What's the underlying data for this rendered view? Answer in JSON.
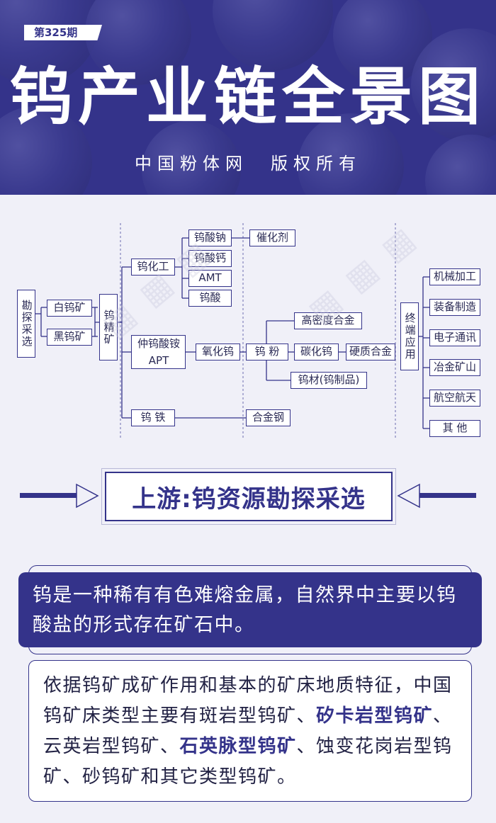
{
  "header": {
    "issue": "第325期",
    "title": "钨产业链全景图",
    "subtitle": "中国粉体网　版权所有"
  },
  "diagram": {
    "nodes": {
      "kantan": "勘探采选",
      "baiwukuang": "白钨矿",
      "heiwukuang": "黑钨矿",
      "wujingkuang": "钨精矿",
      "wuhuagong": "钨化工",
      "wusuanna": "钨酸钠",
      "wusuangai": "钨酸钙",
      "amt": "AMT",
      "wusuan": "钨酸",
      "cuihuaji": "催化剂",
      "apt": "仲钨酸铵\nAPT",
      "yanghuawu": "氧化钨",
      "wufen": "钨 粉",
      "gaomidu": "高密度合金",
      "tanhuawu": "碳化钨",
      "yingzhi": "硬质合金",
      "wucai": "钨材(钨制品)",
      "wutie": "钨 铁",
      "hejingang": "合金钢",
      "zhongduan": "终端应用",
      "jixie": "机械加工",
      "zhuangbei": "装备制造",
      "dianzi": "电子通讯",
      "yejin": "冶金矿山",
      "hangkong": "航空航天",
      "qita": "其 他"
    }
  },
  "banner": {
    "title": "上游:钨资源勘探采选"
  },
  "card1": {
    "text": "钨是一种稀有有色难熔金属，自然界中主要以钨酸盐的形式存在矿石中。"
  },
  "card2": {
    "p1": "依据钨矿成矿作用和基本的矿床地质特征，中国钨矿床类型主要有斑岩型钨矿、",
    "h1": "矽卡岩型钨矿",
    "p2": "、云英岩型钨矿、",
    "h2": "石英脉型钨矿",
    "p3": "、蚀变花岗岩型钨矿、砂钨矿和其它类型钨矿。"
  },
  "colors": {
    "brand": "#34338a",
    "background": "#f0f0f8"
  }
}
